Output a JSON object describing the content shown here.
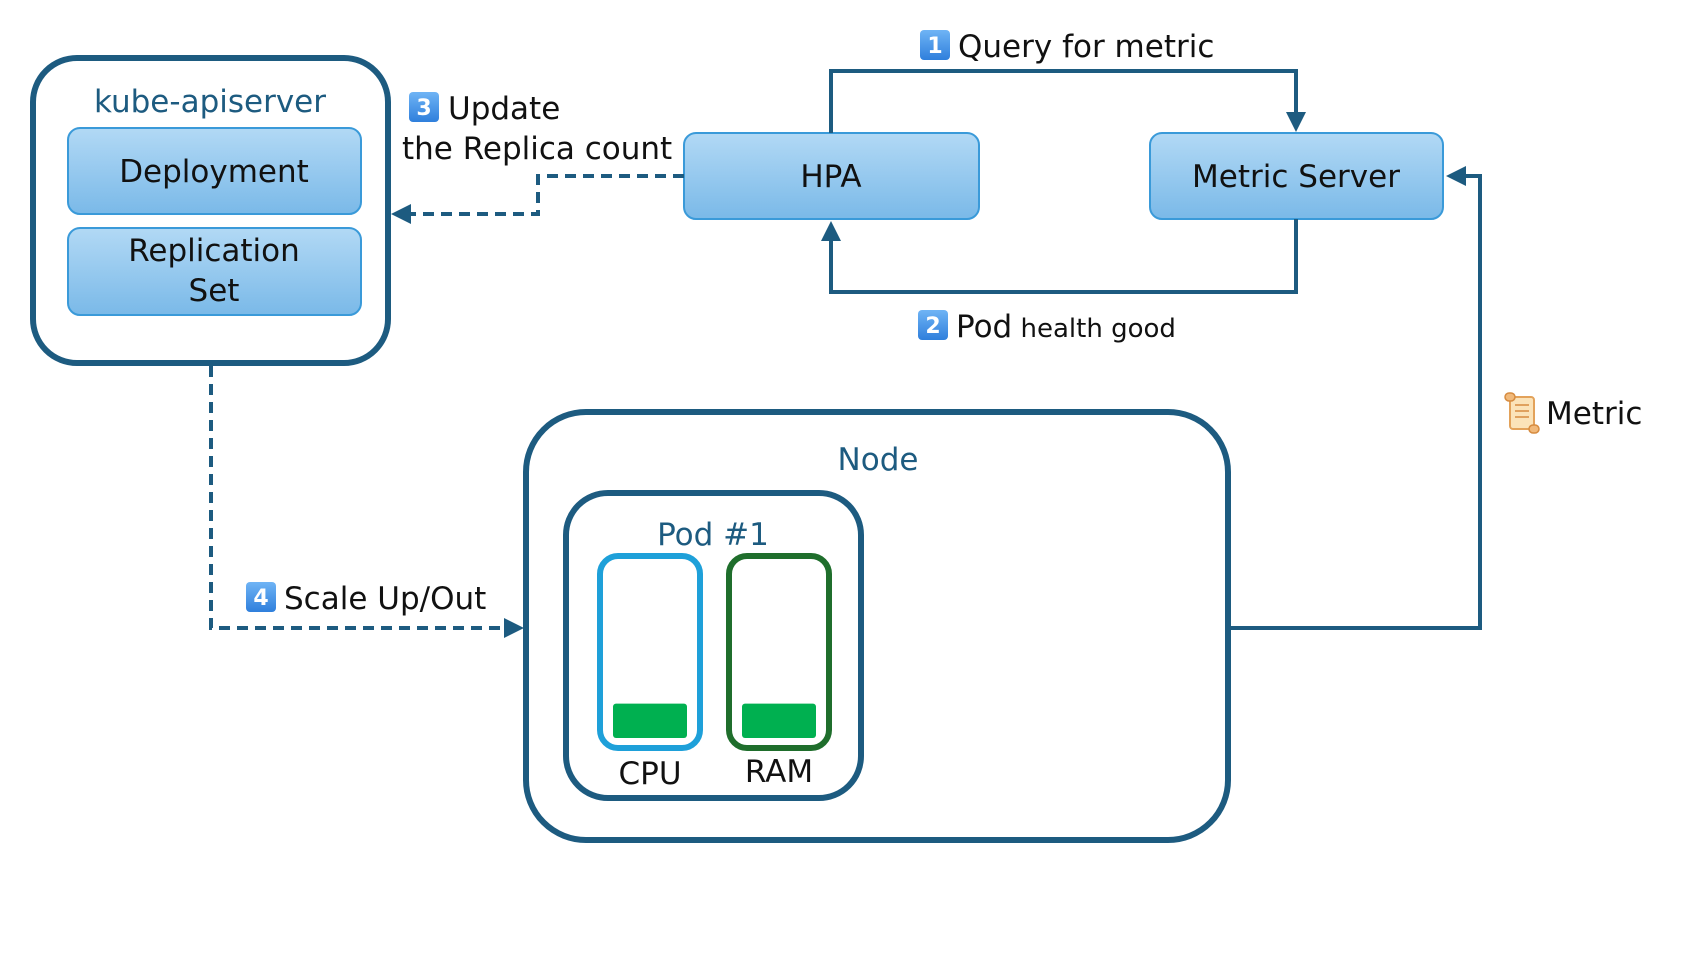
{
  "apiserver": {
    "title": "kube-apiserver",
    "deployment_label": "Deployment",
    "replicaset_line1": "Replication",
    "replicaset_line2": "Set"
  },
  "hpa": {
    "label": "HPA"
  },
  "metric_server": {
    "label": "Metric Server"
  },
  "node": {
    "title": "Node",
    "pod": {
      "title": "Pod #1",
      "cpu_label": "CPU",
      "ram_label": "RAM",
      "cpu_usage": 0.2,
      "ram_usage": 0.2
    }
  },
  "steps": {
    "step1": {
      "badge": "1",
      "text": "Query for metric"
    },
    "step2": {
      "badge": "2",
      "text_large": "Pod",
      "text_small": " health good"
    },
    "step3": {
      "badge": "3",
      "line1": "Update",
      "line2": "the Replica count"
    },
    "step4": {
      "badge": "4",
      "text": "Scale Up/Out"
    }
  },
  "metric_link": {
    "text": "Metric",
    "icon": "scroll-icon"
  },
  "colors": {
    "dark_blue": "#1d5b80",
    "box_fill_top": "#a9d4f3",
    "box_fill_bottom": "#7dbbe9",
    "box_stroke": "#3a9ad9",
    "badge_blue": "#3d8ee6",
    "cpu_frame": "#1ea0d9",
    "ram_frame": "#1f6e2c",
    "usage_green": "#00b050"
  }
}
